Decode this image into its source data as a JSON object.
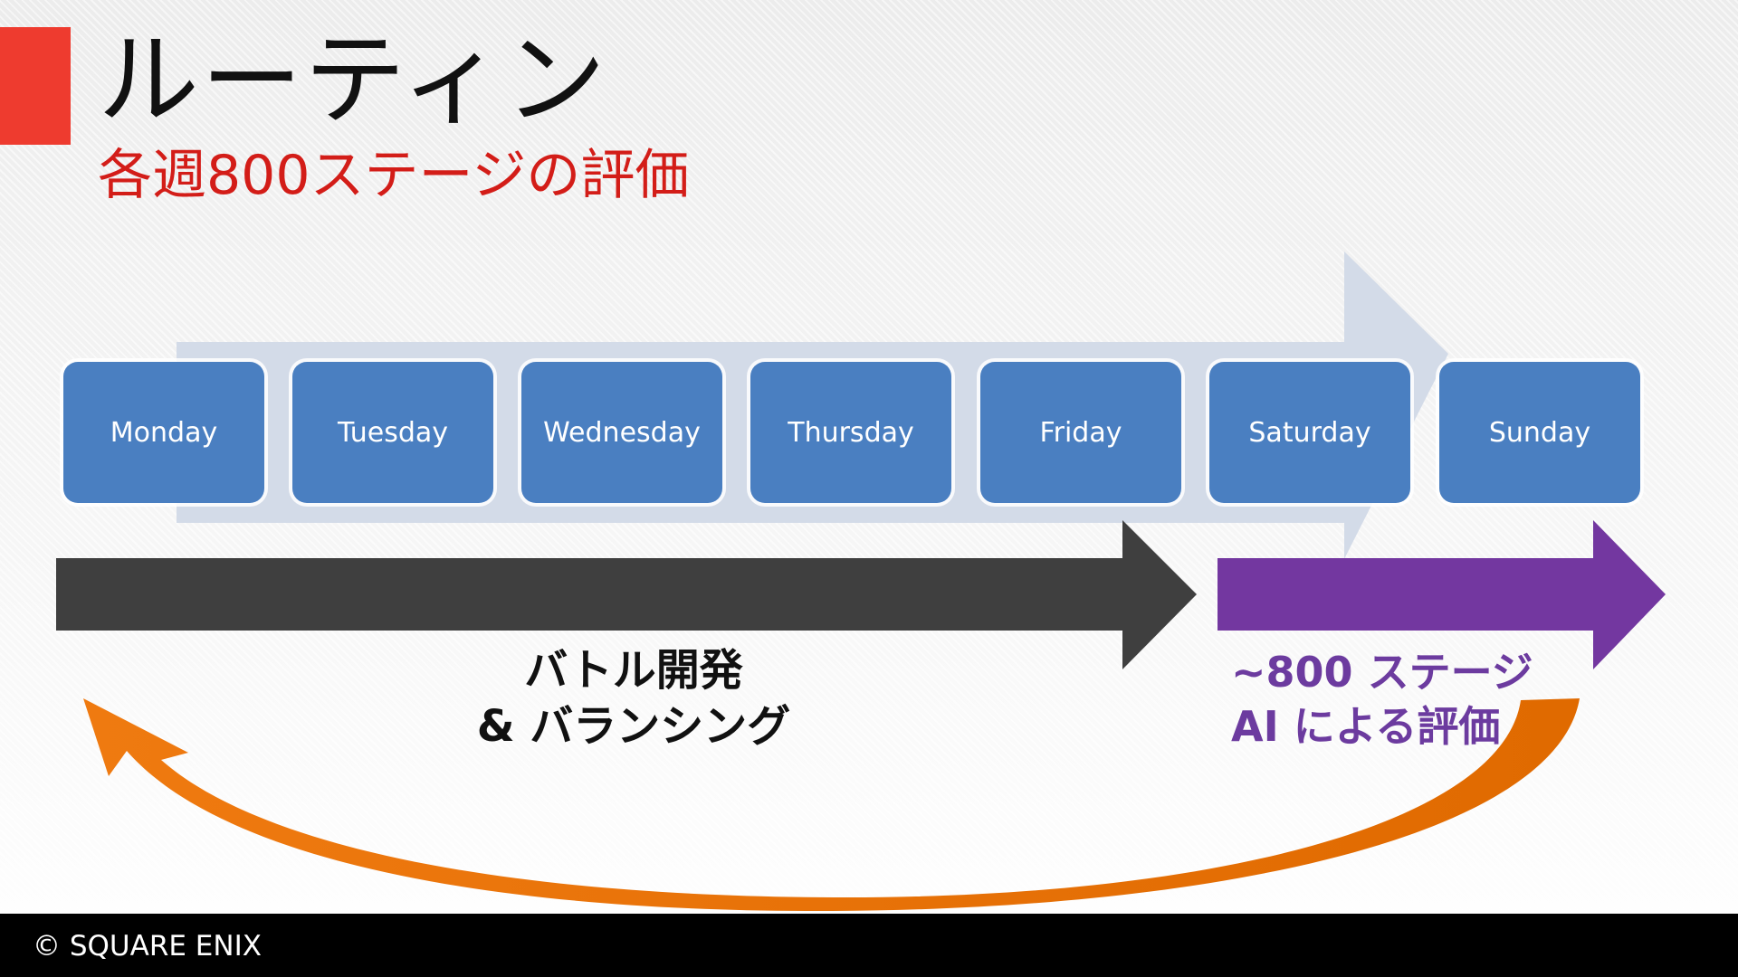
{
  "title": "ルーティン",
  "subtitle": "各週800ステージの評価",
  "days": [
    "Monday",
    "Tuesday",
    "Wednesday",
    "Thursday",
    "Friday",
    "Saturday",
    "Sunday"
  ],
  "development": {
    "line1": "バトル開発",
    "line2": "& バランシング"
  },
  "evaluation": {
    "line1": "~800 ステージ",
    "line2": "AI による評価"
  },
  "footer": {
    "copyright": "© SQUARE ENIX"
  },
  "colors": {
    "accent": "#ee3b2f",
    "subtitle": "#d31d18",
    "day_box": "#4a7fc1",
    "progress_arrow": "#d3dbe8",
    "dev_arrow": "#3f3f3f",
    "eval_arrow": "#7337a0",
    "loop_arrow": "#ef7a10"
  }
}
